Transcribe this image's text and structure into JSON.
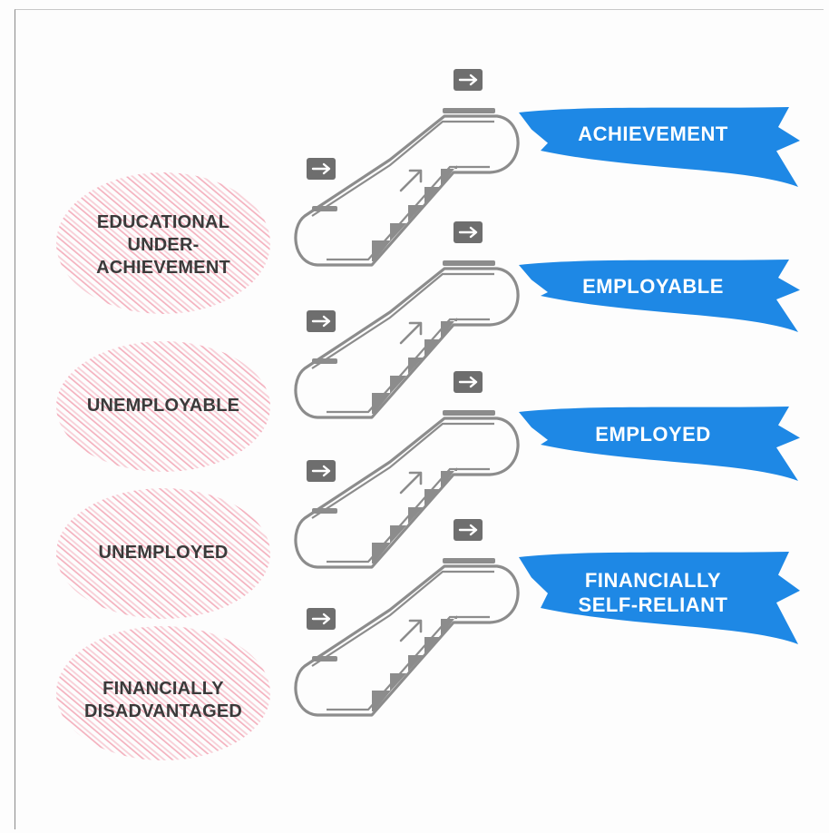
{
  "stages_from": [
    "EDUCATIONAL\nUNDER-\nACHIEVEMENT",
    "UNEMPLOYABLE",
    "UNEMPLOYED",
    "FINANCIALLY\nDISADVANTAGED"
  ],
  "stages_to": [
    "ACHIEVEMENT",
    "EMPLOYABLE",
    "EMPLOYED",
    "FINANCIALLY\nSELF-RELIANT"
  ],
  "colors": {
    "ribbon": "#1e88e5",
    "scribble": "#f2a3b3",
    "escalator": "#8c8c8c",
    "arrow_box": "#6e6e6e",
    "label_text": "#3a3a3a"
  },
  "icons": {
    "escalator": "escalator-icon",
    "arrow_sign": "right-arrow-icon",
    "up_arrow": "up-right-arrow-icon"
  }
}
